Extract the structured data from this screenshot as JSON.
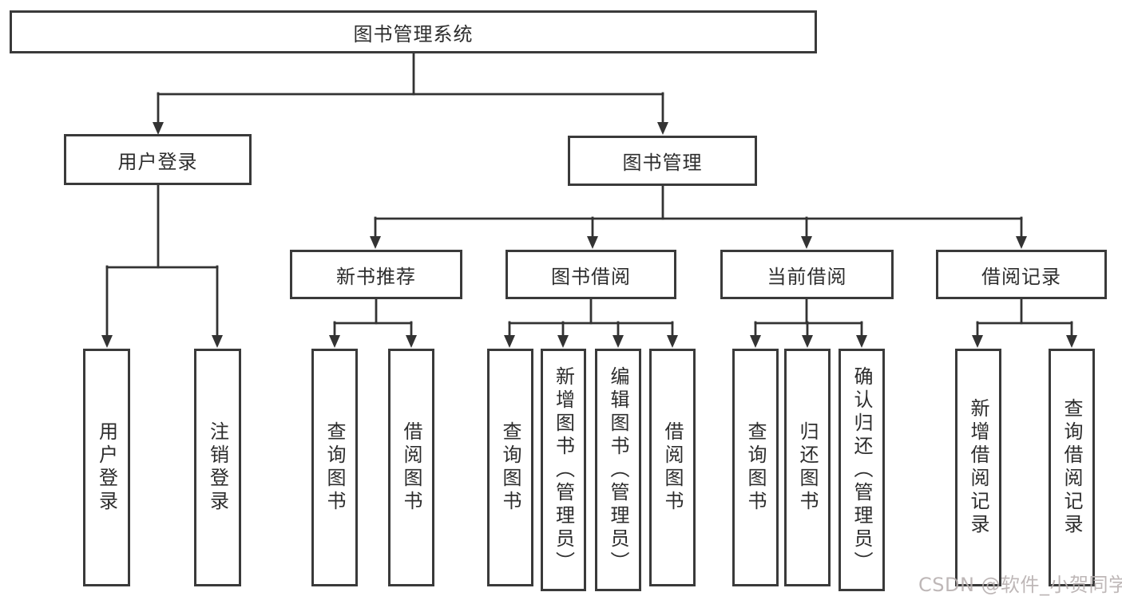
{
  "tree": {
    "root": {
      "label": "图书管理系统"
    },
    "level2": [
      {
        "id": "user-login",
        "label": "用户登录"
      },
      {
        "id": "book-management",
        "label": "图书管理"
      }
    ],
    "level3": [
      {
        "id": "new-book-recommend",
        "label": "新书推荐",
        "parent": "图书管理"
      },
      {
        "id": "book-borrow",
        "label": "图书借阅",
        "parent": "图书管理"
      },
      {
        "id": "current-borrow",
        "label": "当前借阅",
        "parent": "图书管理"
      },
      {
        "id": "borrow-records",
        "label": "借阅记录",
        "parent": "图书管理"
      }
    ],
    "leaves": [
      {
        "id": "user-login-leaf",
        "label": "用户登录",
        "parent": "用户登录"
      },
      {
        "id": "logout-leaf",
        "label": "注销登录",
        "parent": "用户登录"
      },
      {
        "id": "query-books-1",
        "label": "查询图书",
        "parent": "新书推荐"
      },
      {
        "id": "borrow-books-1",
        "label": "借阅图书",
        "parent": "新书推荐"
      },
      {
        "id": "query-books-2",
        "label": "查询图书",
        "parent": "图书借阅"
      },
      {
        "id": "add-books-admin",
        "label": "新增图书（管理员）",
        "parent": "图书借阅"
      },
      {
        "id": "edit-books-admin",
        "label": "编辑图书（管理员）",
        "parent": "图书借阅"
      },
      {
        "id": "borrow-books-2",
        "label": "借阅图书",
        "parent": "图书借阅"
      },
      {
        "id": "query-books-3",
        "label": "查询图书",
        "parent": "当前借阅"
      },
      {
        "id": "return-books",
        "label": "归还图书",
        "parent": "当前借阅"
      },
      {
        "id": "confirm-return-admin",
        "label": "确认归还（管理员）",
        "parent": "当前借阅"
      },
      {
        "id": "add-borrow-record",
        "label": "新增借阅记录",
        "parent": "借阅记录"
      },
      {
        "id": "query-borrow-record",
        "label": "查询借阅记录",
        "parent": "借阅记录"
      }
    ]
  },
  "watermark": {
    "text": "CSDN @软件_小贺同学",
    "color": "#b7b0b0"
  },
  "colors": {
    "background": "#ffffff",
    "box_border": "#3a3a3a",
    "connector_line": "#333333",
    "text": "#2d2d2d"
  }
}
